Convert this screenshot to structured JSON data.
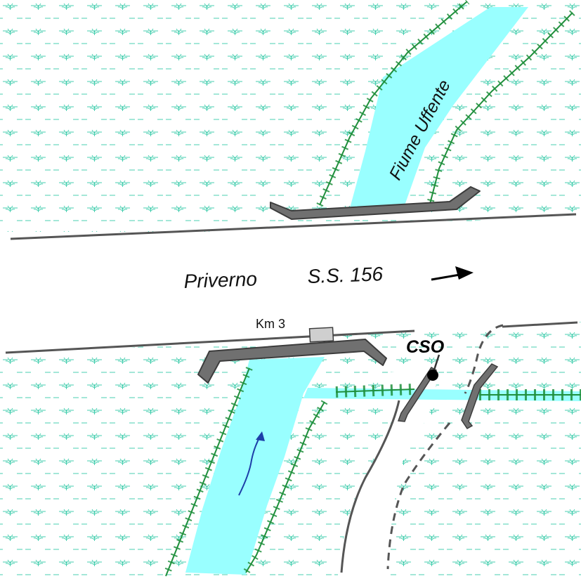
{
  "labels": {
    "river": "Fiume Uffente",
    "road_town": "Priverno",
    "road_code": "S.S. 156",
    "km_marker": "Km 3",
    "overflow": "CSO"
  },
  "colors": {
    "water": "#99ffff",
    "bank_vegetation": "#1f8f3c",
    "marsh_symbol": "#48cfb0",
    "road_edge": "#555555",
    "bridge": "#707070",
    "bridge_outline": "#3c3c3c",
    "flow_arrow": "#1d3fa8",
    "direction_arrow": "#000000",
    "km_box": "#cfcfcf"
  },
  "icons": {
    "direction": "arrow-right-icon",
    "flow": "flow-arrow-icon",
    "outfall": "outfall-point-icon"
  }
}
